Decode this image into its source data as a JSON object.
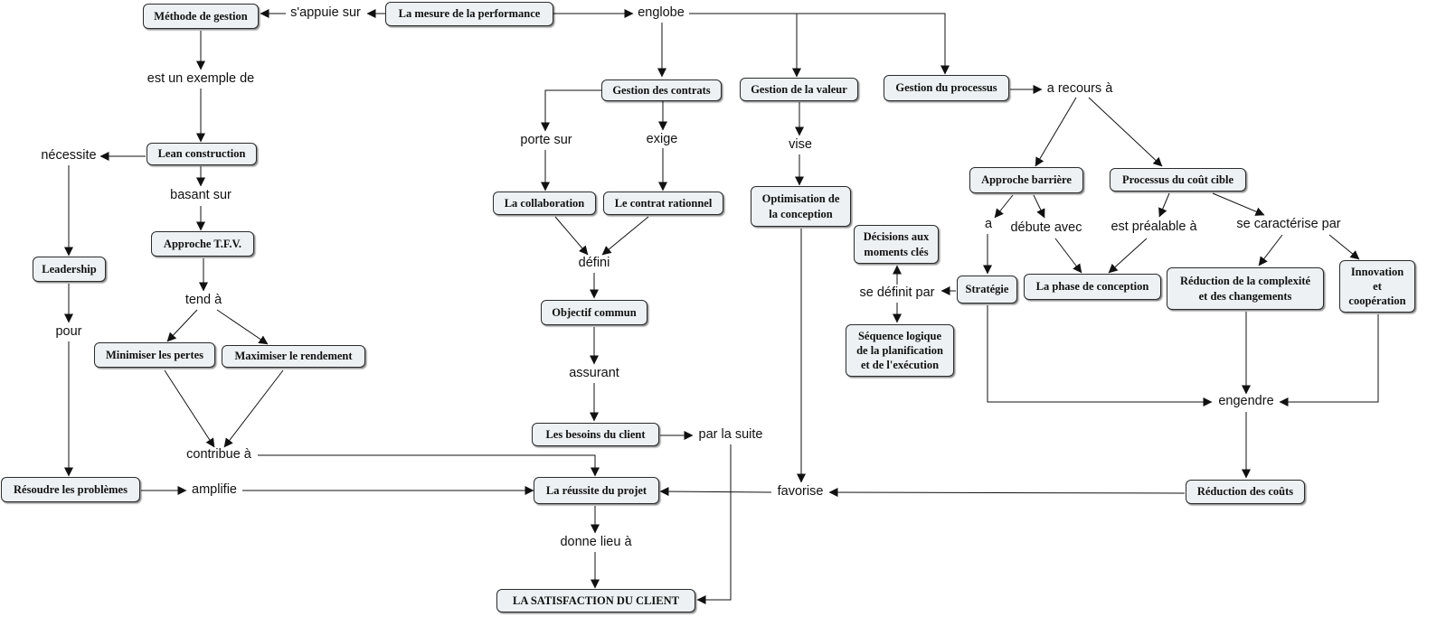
{
  "nodes": {
    "mesure": "La mesure de la performance",
    "methode": "Méthode de gestion",
    "lean": "Lean construction",
    "tfv": "Approche T.F.V.",
    "leadership": "Leadership",
    "minimiser": "Minimiser les pertes",
    "maximiser": "Maximiser le rendement",
    "resoudre": "Résoudre les problèmes",
    "gestion_contrats": "Gestion des contrats",
    "collaboration": "La collaboration",
    "contrat_rationnel": "Le contrat rationnel",
    "objectif": "Objectif commun",
    "besoins": "Les besoins du client",
    "reussite": "La réussite du projet",
    "satisfaction": "LA SATISFACTION DU CLIENT",
    "gestion_valeur": "Gestion de la valeur",
    "optimisation": "Optimisation de\nla conception",
    "decisions": "Décisions aux\nmoments clés",
    "sequence": "Séquence logique\nde la planification\net de l'exécution",
    "strategie": "Stratégie",
    "gestion_processus": "Gestion du processus",
    "approche_barriere": "Approche barrière",
    "cout_cible": "Processus du coût cible",
    "phase_conception": "La phase de conception",
    "reduction_complexite": "Réduction de la complexité\net des changements",
    "innovation": "Innovation\net\ncoopération",
    "reduction_couts": "Réduction des coûts"
  },
  "links": {
    "appuie": "s'appuie sur",
    "englobe": "englobe",
    "exemple": "est un exemple de",
    "necessite": "nécessite",
    "basant": "basant sur",
    "tend": "tend à",
    "pour": "pour",
    "contribue": "contribue à",
    "amplifie": "amplifie",
    "porte": "porte sur",
    "exige": "exige",
    "defini": "défini",
    "assurant": "assurant",
    "par_suite": "par la suite",
    "donne": "donne lieu à",
    "vise": "vise",
    "favorise": "favorise",
    "se_definit": "se définit par",
    "recours": "a recours à",
    "a": "a",
    "debute": "débute avec",
    "prealable": "est préalable à",
    "caracterise": "se caractérise par",
    "engendre": "engendre"
  }
}
